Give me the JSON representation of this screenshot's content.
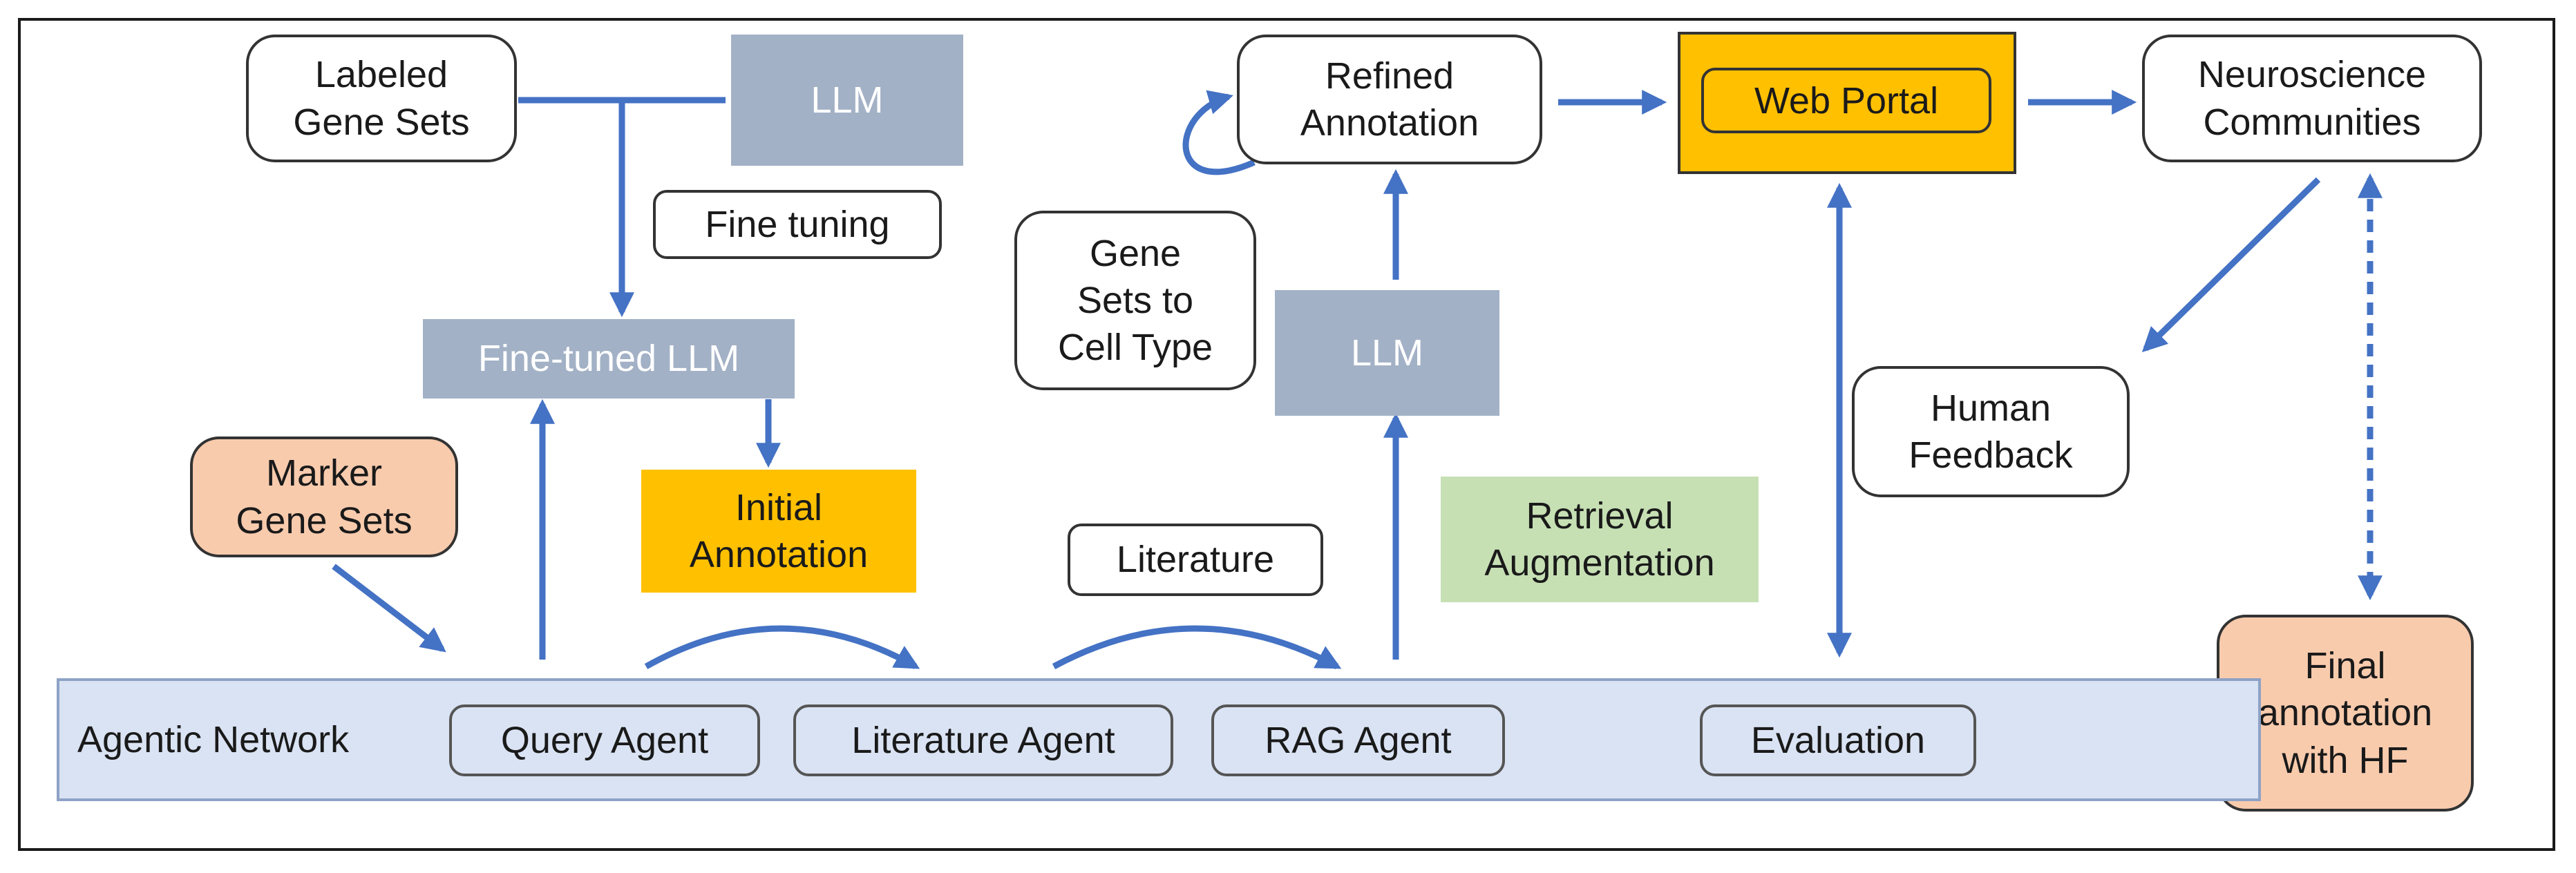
{
  "diagram": {
    "nodes": {
      "labeled_gene_sets": [
        "Labeled",
        "Gene Sets"
      ],
      "llm_top": "LLM",
      "fine_tuning": "Fine tuning",
      "fine_tuned_llm": "Fine-tuned LLM",
      "marker_gene_sets": [
        "Marker",
        "Gene Sets"
      ],
      "initial_annotation": [
        "Initial",
        "Annotation"
      ],
      "literature": "Literature",
      "refined_annotation": [
        "Refined",
        "Annotation"
      ],
      "gene_sets_to_cell_type": [
        "Gene",
        "Sets to",
        "Cell Type"
      ],
      "llm_middle": "LLM",
      "retrieval_augmentation": [
        "Retrieval",
        "Augmentation"
      ],
      "web_portal": "Web Portal",
      "neuroscience_communities": [
        "Neuroscience",
        "Communities"
      ],
      "human_feedback": [
        "Human",
        "Feedback"
      ],
      "final_annotation": [
        "Final",
        "annotation",
        "with HF"
      ]
    },
    "agentic_network": {
      "label": "Agentic Network",
      "agents": [
        "Query Agent",
        "Literature Agent",
        "RAG Agent",
        "Evaluation"
      ]
    },
    "colors": {
      "arrow": "#4472c4",
      "llm_box": "#a3b1c6",
      "highlight_yellow": "#ffc000",
      "retrieval_green": "#c6e0b4",
      "salmon": "#f8cbad",
      "network_band": "#dae3f3"
    }
  }
}
